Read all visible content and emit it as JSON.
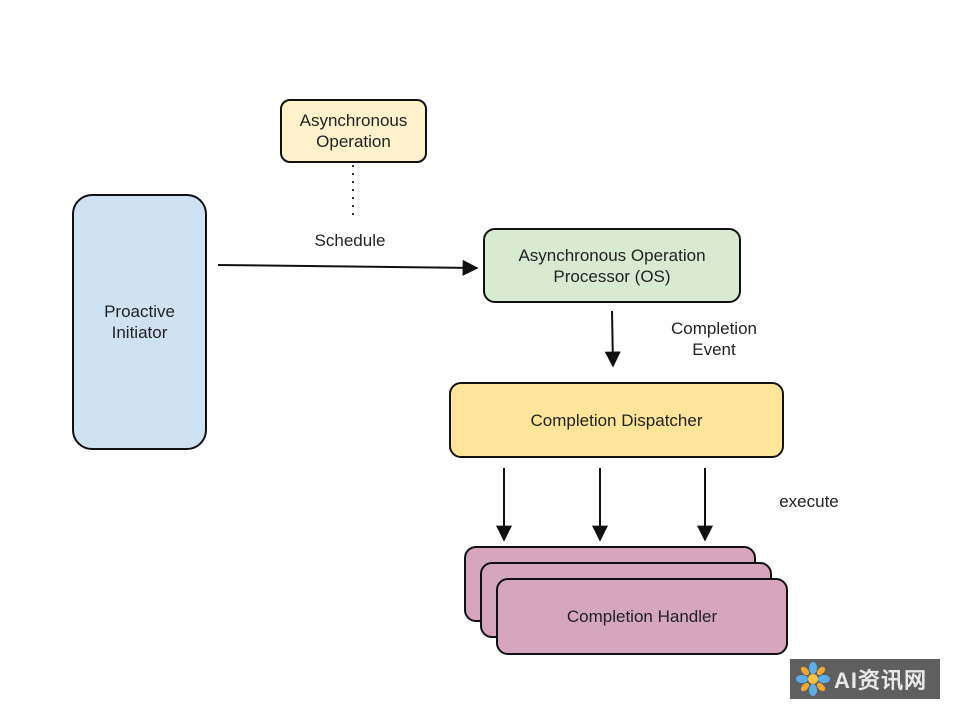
{
  "nodes": {
    "async_operation": "Asynchronous\nOperation",
    "proactive_initiator": "Proactive\nInitiator",
    "processor": "Asynchronous Operation\nProcessor (OS)",
    "dispatcher": "Completion Dispatcher",
    "handler": "Completion Handler"
  },
  "edge_labels": {
    "schedule": "Schedule",
    "completion_event": "Completion\nEvent",
    "execute": "execute"
  },
  "colors": {
    "async_operation_fill": "#fff2cc",
    "initiator_fill": "#cfe2f3",
    "processor_fill": "#d9ead3",
    "dispatcher_fill": "#ffe599",
    "handler_fill": "#d5a6bd",
    "stroke": "#111111"
  },
  "watermark": {
    "text": "AI资讯网",
    "icon": "starburst-logo-icon"
  }
}
